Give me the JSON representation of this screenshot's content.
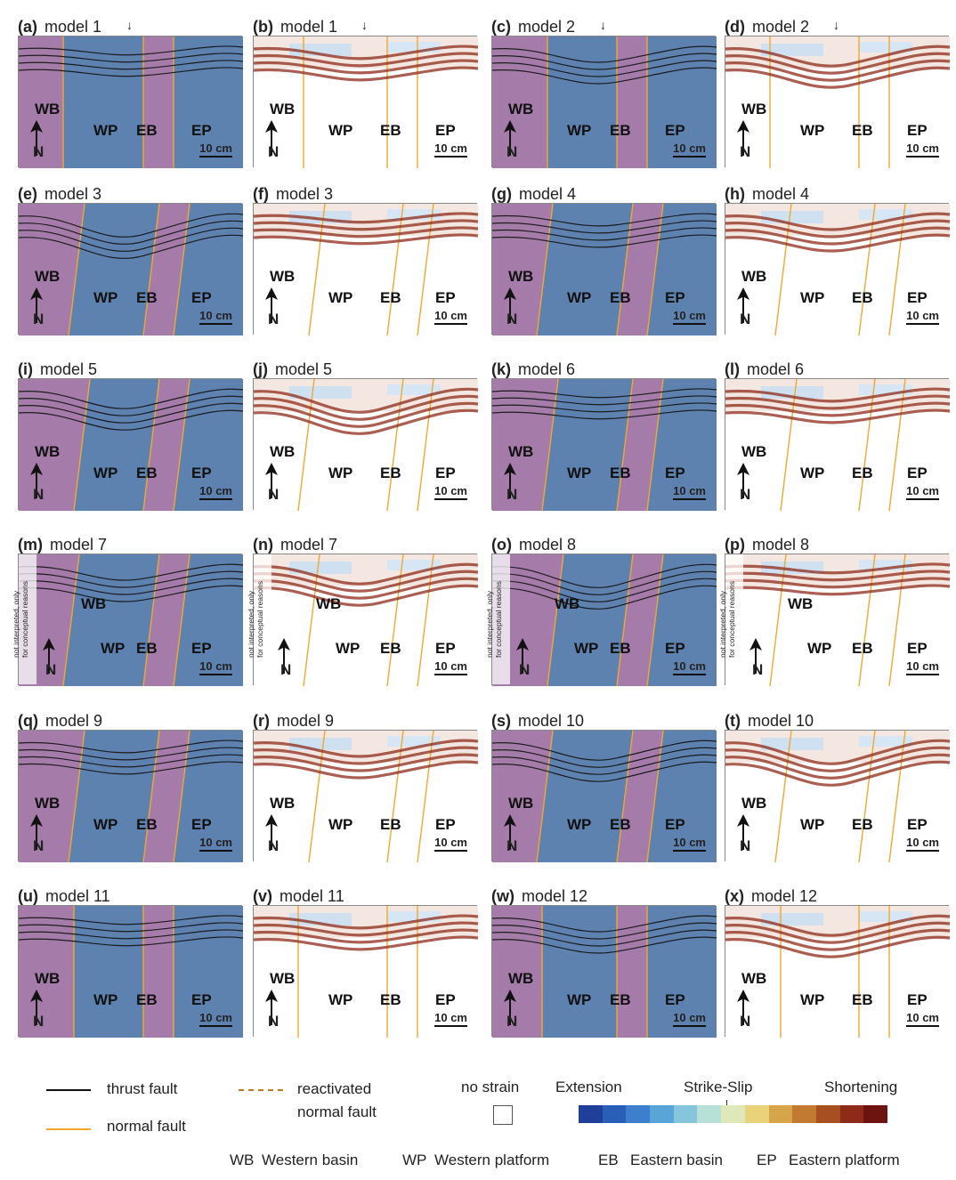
{
  "panels": [
    {
      "letter": "(a)",
      "title": "model 1",
      "style": "photo",
      "arrow": true,
      "note": false,
      "labels": {
        "WB": "WB",
        "WP": "WP",
        "EB": "EB",
        "EP": "EP"
      },
      "scale": "10 cm",
      "north": "N"
    },
    {
      "letter": "(b)",
      "title": "model 1",
      "style": "strain",
      "arrow": true,
      "note": false,
      "labels": {
        "WB": "WB",
        "WP": "WP",
        "EB": "EB",
        "EP": "EP"
      },
      "scale": "10 cm",
      "north": "N"
    },
    {
      "letter": "(c)",
      "title": "model 2",
      "style": "photo",
      "arrow": true,
      "note": false,
      "labels": {
        "WB": "WB",
        "WP": "WP",
        "EB": "EB",
        "EP": "EP"
      },
      "scale": "10 cm",
      "north": "N"
    },
    {
      "letter": "(d)",
      "title": "model 2",
      "style": "strain",
      "arrow": true,
      "note": false,
      "labels": {
        "WB": "WB",
        "WP": "WP",
        "EB": "EB",
        "EP": "EP"
      },
      "scale": "10 cm",
      "north": "N"
    },
    {
      "letter": "(e)",
      "title": "model 3",
      "style": "photo",
      "arrow": false,
      "note": false,
      "labels": {
        "WB": "WB",
        "WP": "WP",
        "EB": "EB",
        "EP": "EP"
      },
      "scale": "10 cm",
      "north": "N"
    },
    {
      "letter": "(f)",
      "title": "model 3",
      "style": "strain",
      "arrow": false,
      "note": false,
      "labels": {
        "WB": "WB",
        "WP": "WP",
        "EB": "EB",
        "EP": "EP"
      },
      "scale": "10 cm",
      "north": "N"
    },
    {
      "letter": "(g)",
      "title": "model 4",
      "style": "photo",
      "arrow": false,
      "note": false,
      "labels": {
        "WB": "WB",
        "WP": "WP",
        "EB": "EB",
        "EP": "EP"
      },
      "scale": "10 cm",
      "north": "N"
    },
    {
      "letter": "(h)",
      "title": "model 4",
      "style": "strain",
      "arrow": false,
      "note": false,
      "labels": {
        "WB": "WB",
        "WP": "WP",
        "EB": "EB",
        "EP": "EP"
      },
      "scale": "10 cm",
      "north": "N"
    },
    {
      "letter": "(i)",
      "title": "model 5",
      "style": "photo",
      "arrow": false,
      "note": false,
      "labels": {
        "WB": "WB",
        "WP": "WP",
        "EB": "EB",
        "EP": "EP"
      },
      "scale": "10 cm",
      "north": "N"
    },
    {
      "letter": "(j)",
      "title": "model 5",
      "style": "strain",
      "arrow": false,
      "note": false,
      "labels": {
        "WB": "WB",
        "WP": "WP",
        "EB": "EB",
        "EP": "EP"
      },
      "scale": "10 cm",
      "north": "N"
    },
    {
      "letter": "(k)",
      "title": "model 6",
      "style": "photo",
      "arrow": false,
      "note": false,
      "labels": {
        "WB": "WB",
        "WP": "WP",
        "EB": "EB",
        "EP": "EP"
      },
      "scale": "10 cm",
      "north": "N"
    },
    {
      "letter": "(l)",
      "title": "model 6",
      "style": "strain",
      "arrow": false,
      "note": false,
      "labels": {
        "WB": "WB",
        "WP": "WP",
        "EB": "EB",
        "EP": "EP"
      },
      "scale": "10 cm",
      "north": "N"
    },
    {
      "letter": "(m)",
      "title": "model 7",
      "style": "photo",
      "arrow": false,
      "note": true,
      "labels": {
        "WB": "WB",
        "WP": "WP",
        "EB": "EB",
        "EP": "EP"
      },
      "scale": "10 cm",
      "north": "N"
    },
    {
      "letter": "(n)",
      "title": "model 7",
      "style": "strain",
      "arrow": false,
      "note": true,
      "labels": {
        "WB": "WB",
        "WP": "WP",
        "EB": "EB",
        "EP": "EP"
      },
      "scale": "10 cm",
      "north": "N"
    },
    {
      "letter": "(o)",
      "title": "model 8",
      "style": "photo",
      "arrow": false,
      "note": true,
      "labels": {
        "WB": "WB",
        "WP": "WP",
        "EB": "EB",
        "EP": "EP"
      },
      "scale": "10 cm",
      "north": "N"
    },
    {
      "letter": "(p)",
      "title": "model 8",
      "style": "strain",
      "arrow": false,
      "note": true,
      "labels": {
        "WB": "WB",
        "WP": "WP",
        "EB": "EB",
        "EP": "EP"
      },
      "scale": "10 cm",
      "north": "N"
    },
    {
      "letter": "(q)",
      "title": "model 9",
      "style": "photo",
      "arrow": false,
      "note": false,
      "labels": {
        "WB": "WB",
        "WP": "WP",
        "EB": "EB",
        "EP": "EP"
      },
      "scale": "10 cm",
      "north": "N"
    },
    {
      "letter": "(r)",
      "title": "model 9",
      "style": "strain",
      "arrow": false,
      "note": false,
      "labels": {
        "WB": "WB",
        "WP": "WP",
        "EB": "EB",
        "EP": "EP"
      },
      "scale": "10 cm",
      "north": "N"
    },
    {
      "letter": "(s)",
      "title": "model 10",
      "style": "photo",
      "arrow": false,
      "note": false,
      "labels": {
        "WB": "WB",
        "WP": "WP",
        "EB": "EB",
        "EP": "EP"
      },
      "scale": "10 cm",
      "north": "N"
    },
    {
      "letter": "(t)",
      "title": "model 10",
      "style": "strain",
      "arrow": false,
      "note": false,
      "labels": {
        "WB": "WB",
        "WP": "WP",
        "EB": "EB",
        "EP": "EP"
      },
      "scale": "10 cm",
      "north": "N"
    },
    {
      "letter": "(u)",
      "title": "model 11",
      "style": "photo",
      "arrow": false,
      "note": false,
      "labels": {
        "WB": "WB",
        "WP": "WP",
        "EB": "EB",
        "EP": "EP"
      },
      "scale": "10 cm",
      "north": "N"
    },
    {
      "letter": "(v)",
      "title": "model 11",
      "style": "strain",
      "arrow": false,
      "note": false,
      "labels": {
        "WB": "WB",
        "WP": "WP",
        "EB": "EB",
        "EP": "EP"
      },
      "scale": "10 cm",
      "north": "N"
    },
    {
      "letter": "(w)",
      "title": "model 12",
      "style": "photo",
      "arrow": false,
      "note": false,
      "labels": {
        "WB": "WB",
        "WP": "WP",
        "EB": "EB",
        "EP": "EP"
      },
      "scale": "10 cm",
      "north": "N"
    },
    {
      "letter": "(x)",
      "title": "model 12",
      "style": "strain",
      "arrow": false,
      "note": false,
      "labels": {
        "WB": "WB",
        "WP": "WP",
        "EB": "EB",
        "EP": "EP"
      },
      "scale": "10 cm",
      "north": "N"
    }
  ],
  "note_text": [
    "not interpreted, only",
    "for conceptual reasons"
  ],
  "legend": {
    "thrust": "thrust fault",
    "normal": "normal fault",
    "reactivated": [
      "reactivated",
      "normal fault"
    ],
    "no_strain": "no strain",
    "extension": "Extension",
    "strike_slip": "Strike-Slip",
    "shortening": "Shortening",
    "abbrev": [
      {
        "code": "WB",
        "name": "Western basin"
      },
      {
        "code": "WP",
        "name": "Western platform"
      },
      {
        "code": "EB",
        "name": "Eastern basin"
      },
      {
        "code": "EP",
        "name": "Eastern platform"
      }
    ]
  },
  "colors": {
    "thrust": "#111111",
    "normal": "#f0a830",
    "basin_tint": "#b07aa8",
    "platform_tint": "#5e82b0",
    "colorbar": [
      "#1f3f9a",
      "#2a5fb8",
      "#3d7fcc",
      "#5aa5d8",
      "#86c6dc",
      "#b6e0d8",
      "#dfe8b8",
      "#e8d27a",
      "#d8a64a",
      "#c27a30",
      "#a84f22",
      "#8e2a18",
      "#6e1410"
    ]
  }
}
